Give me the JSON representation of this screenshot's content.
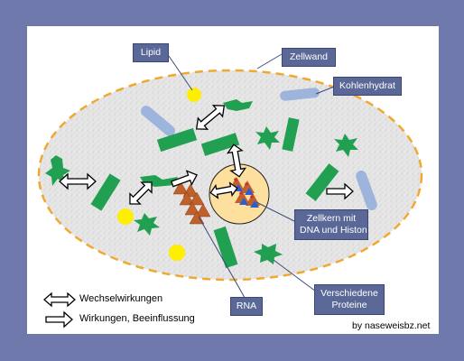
{
  "labels": {
    "lipid": "Lipid",
    "zellwand": "Zellwand",
    "kohlenhydrat": "Kohlenhydrat",
    "zellkern_line1": "Zellkern mit",
    "zellkern_line2": "DNA und Histon",
    "proteine_line1": "Verschiedene",
    "proteine_line2": "Proteine",
    "rna": "RNA"
  },
  "legend": {
    "wechselwirkungen": "Wechselwirkungen",
    "wirkungen": "Wirkungen, Beeinflussung"
  },
  "credit": "by naseweisbz.net",
  "colors": {
    "frame": "#6e78aa",
    "label_bg": "#5a6898",
    "cell_fill": "#e8e8e8",
    "cell_border": "#f0a830",
    "protein_green": "#20a050",
    "lipid_yellow": "#ffee00",
    "carbohydrate_blue": "#9db4dc",
    "nucleus_fill": "#fddf9e",
    "rna_brown": "#c0612b",
    "dna_blue": "#2b5ecf",
    "dna_red": "#d03030"
  }
}
